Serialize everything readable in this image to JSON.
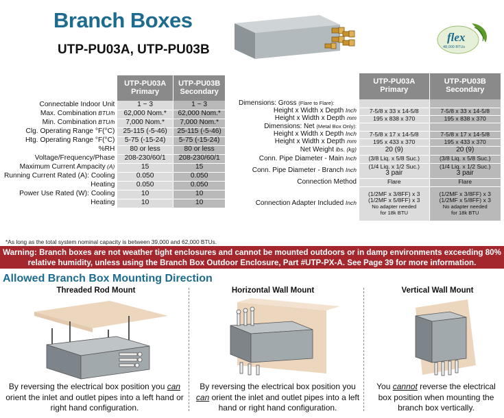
{
  "header": {
    "title": "Branch Boxes",
    "subtitle": "UTP-PU03A, UTP-PU03B",
    "flex_logo": {
      "word": "flex",
      "caption": "48,000 BTUs"
    }
  },
  "left_table": {
    "col_a": [
      "UTP-PU03A",
      "Primary"
    ],
    "col_b": [
      "UTP-PU03B",
      "Secondary"
    ],
    "rows": [
      {
        "label": "Connectable Indoor Unit",
        "unit": "",
        "a": "1 ~ 3",
        "b": "1 ~ 3"
      },
      {
        "label": "Max. Combination",
        "unit": "BTU/h",
        "a": "62,000 Nom.*",
        "b": "62,000 Nom.*"
      },
      {
        "label": "Min. Combination",
        "unit": "BTU/h",
        "a": "7,000 Nom.*",
        "b": "7,000 Nom.*"
      },
      {
        "label": "Clg. Operating Range °F(°C)",
        "unit": "",
        "a": "25-115 (-5-46)",
        "b": "25-115 (-5-46)"
      },
      {
        "label": "Htg. Operating Range °F(°C)",
        "unit": "",
        "a": "5-75 (-15-24)",
        "b": "5-75 (-15-24)"
      },
      {
        "label": "%RH",
        "unit": "",
        "a": "80 or less",
        "b": "80 or less"
      },
      {
        "label": "Voltage/Frequency/Phase",
        "unit": "",
        "a": "208-230/60/1",
        "b": "208-230/60/1"
      },
      {
        "label": "Maximum Current Ampacity",
        "unit": "(A)",
        "a": "15",
        "b": "15"
      },
      {
        "label": "Running Current Rated (A): Cooling",
        "unit": "",
        "a": "0.050",
        "b": "0.050"
      },
      {
        "label": "Heating",
        "unit": "",
        "a": "0.050",
        "b": "0.050"
      },
      {
        "label": "Power Use Rated (W): Cooling",
        "unit": "",
        "a": "10",
        "b": "10"
      },
      {
        "label": "Heating",
        "unit": "",
        "a": "10",
        "b": "10"
      }
    ]
  },
  "right_table": {
    "col_a": [
      "UTP-PU03A",
      "Primary"
    ],
    "col_b": [
      "UTP-PU03B",
      "Secondary"
    ],
    "dim_gross_label": "Dimensions:  Gross",
    "dim_gross_note": "(Flare to Flare):",
    "dim_net_label": "Dimensions:  Net",
    "dim_net_note": "(Metal Box Only):",
    "rows": [
      {
        "label": "Height x Width x Depth",
        "unit": "Inch",
        "a": "7-5/8 x 33 x 14-5/8",
        "b": "7-5/8 x 33 x 14-5/8"
      },
      {
        "label": "Height x Width x Depth",
        "unit": "mm",
        "a": "195 x 838 x 370",
        "b": "195 x 838 x 370"
      },
      {
        "label": "Height x Width x Depth",
        "unit": "Inch",
        "a": "7-5/8 x 17 x 14-5/8",
        "b": "7-5/8 x 17 x 14-5/8"
      },
      {
        "label": "Height x Width x Depth",
        "unit": "mm",
        "a": "195 x 433 x 370",
        "b": "195 x 433 x 370"
      },
      {
        "label": "Net Weight",
        "unit": "lbs. (kg)",
        "a": "20 (9)",
        "b": "20 (9)"
      },
      {
        "label": "Conn. Pipe Diameter - Main",
        "unit": "Inch",
        "a": "(3/8 Liq. x 5/8 Suc.)",
        "b": "(3/8 Liq. x 5/8 Suc.)"
      },
      {
        "label": "Conn. Pipe Diameter - Branch",
        "unit": "Inch",
        "a1": "(1/4  Liq. x 1/2 Suc.)",
        "a2": "3 pair",
        "b1": "(1/4  Liq. x 1/2 Suc.)",
        "b2": "3 pair"
      },
      {
        "label": "Connection Method",
        "unit": "",
        "a": "Flare",
        "b": "Flare"
      },
      {
        "label": "Connection Adapter Included",
        "unit": "Inch",
        "a_lines": [
          "(1/2MF x 3/8FF) x 3",
          "(1/2MF x 5/8FF) x 3",
          "No adapter needed",
          "for 18k BTU"
        ],
        "b_lines": [
          "(1/2MF x 3/8FF) x 3",
          "(1/2MF x 5/8FF) x 3",
          "No adapter needed",
          "for 18k BTU"
        ]
      }
    ]
  },
  "footnote": "*As long as the total system nominal capacity is between 39,000 and 62,000 BTUs.",
  "warning": "Warning:  Branch boxes are not weather tight enclosures and cannot be mounted outdoors or in damp environments exceeding 80% relative humidity, unless using the Branch Box Outdoor Enclosure, Part #UTP-PX-A. See Page 39 for more information.",
  "mounting": {
    "title": "Allowed Branch Box Mounting Direction",
    "columns": [
      {
        "title": "Threaded Rod Mount",
        "cap_pre": "By reversing the electrical box position you ",
        "cap_em": "can",
        "cap_post": " orient the inlet and outlet pipes into a left hand or right hand configuration."
      },
      {
        "title": "Horizontal Wall Mount",
        "cap_pre": "By reversing the electrical box position you ",
        "cap_em": "can",
        "cap_post": " orient the inlet and outlet pipes into a left hand or right hand configuration."
      },
      {
        "title": "Vertical Wall Mount",
        "cap_pre": "You ",
        "cap_em": "cannot",
        "cap_post": " reverse the electrical box position when mounting the branch box vertically."
      }
    ]
  },
  "colors": {
    "brand_blue": "#1d6b8e",
    "warning_red": "#a3272d",
    "header_gray": "#8a8a8a",
    "cell_light": "#dcdcdc",
    "cell_dark": "#b9b9b9"
  }
}
